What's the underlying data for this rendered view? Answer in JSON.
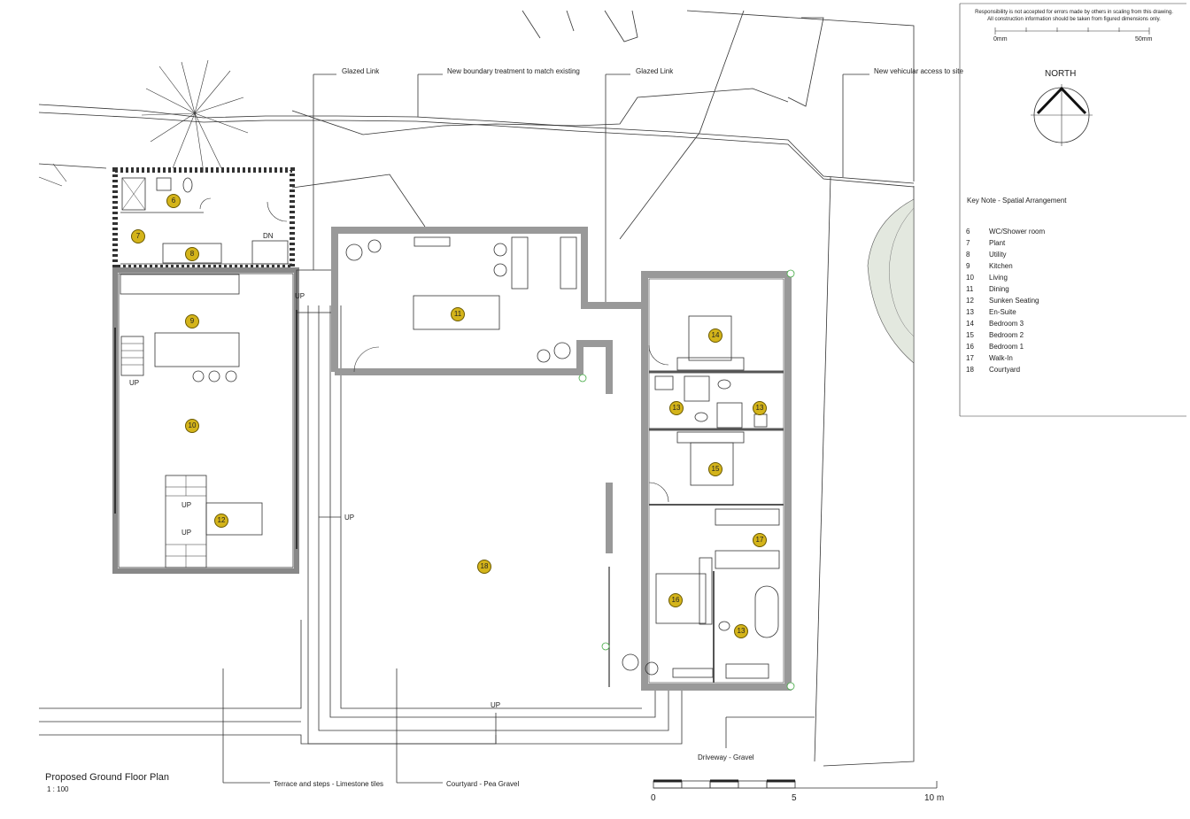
{
  "disclaimer": {
    "line1": "Responsibility is not accepted for errors made by others in scaling from this drawing.",
    "line2": "All construction information should be taken from figured dimensions only.",
    "scale_start": "0mm",
    "scale_end": "50mm"
  },
  "north_label": "NORTH",
  "key": {
    "title": "Key Note - Spatial Arrangement",
    "items": [
      {
        "num": "6",
        "label": "WC/Shower room"
      },
      {
        "num": "7",
        "label": "Plant"
      },
      {
        "num": "8",
        "label": "Utility"
      },
      {
        "num": "9",
        "label": "Kitchen"
      },
      {
        "num": "10",
        "label": "Living"
      },
      {
        "num": "11",
        "label": "Dining"
      },
      {
        "num": "12",
        "label": "Sunken Seating"
      },
      {
        "num": "13",
        "label": "En-Suite"
      },
      {
        "num": "14",
        "label": "Bedroom 3"
      },
      {
        "num": "15",
        "label": "Bedroom 2"
      },
      {
        "num": "16",
        "label": "Bedroom 1"
      },
      {
        "num": "17",
        "label": "Walk-In"
      },
      {
        "num": "18",
        "label": "Courtyard"
      }
    ]
  },
  "annotations": {
    "glazed_link_1": "Glazed Link",
    "boundary": "New boundary treatment to match existing",
    "glazed_link_2": "Glazed Link",
    "vehicular": "New vehicular access to site",
    "driveway": "Driveway - Gravel",
    "terrace": "Terrace and steps - Limestone tiles",
    "courtyard": "Courtyard - Pea Gravel"
  },
  "plan_marks": {
    "up": "UP",
    "dn": "DN"
  },
  "room_markers": [
    "6",
    "7",
    "8",
    "9",
    "10",
    "11",
    "12",
    "13",
    "13",
    "14",
    "15",
    "13",
    "16",
    "17",
    "18"
  ],
  "title": "Proposed Ground Floor Plan",
  "scale": "1 : 100",
  "scale_bar": {
    "start": "0",
    "mid": "5",
    "end": "10 m"
  }
}
